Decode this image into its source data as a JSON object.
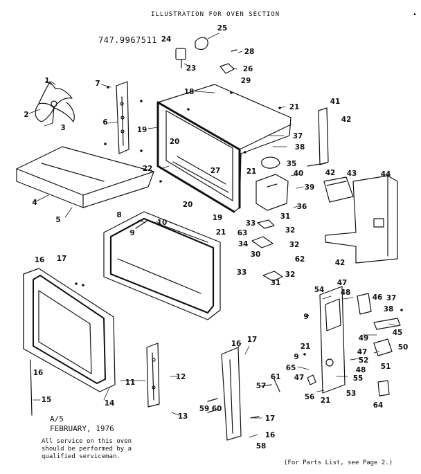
{
  "header": {
    "title": "ILLUSTRATION FOR OVEN SECTION",
    "model": "747.9967511",
    "corner_mark": "•"
  },
  "footer": {
    "issue_code": "A/5",
    "issue_date": "FEBRUARY, 1976",
    "service_note": [
      "All service on this oven",
      "should be performed by a",
      "qualified serviceman."
    ],
    "parts_list_ref": "(For Parts List, see Page 2.)"
  },
  "callouts": [
    "1",
    "2",
    "3",
    "4",
    "5",
    "6",
    "7",
    "8",
    "9",
    "10",
    "11",
    "12",
    "13",
    "14",
    "15",
    "16",
    "17",
    "18",
    "19",
    "20",
    "21",
    "22",
    "23",
    "24",
    "25",
    "26",
    "27",
    "28",
    "29",
    "30",
    "31",
    "32",
    "33",
    "34",
    "35",
    "36",
    "37",
    "38",
    "39",
    "40",
    "41",
    "42",
    "43",
    "44",
    "45",
    "46",
    "47",
    "48",
    "49",
    "50",
    "51",
    "52",
    "53",
    "54",
    "55",
    "56",
    "57",
    "58",
    "59",
    "60",
    "61",
    "62",
    "63",
    "64",
    "65"
  ]
}
